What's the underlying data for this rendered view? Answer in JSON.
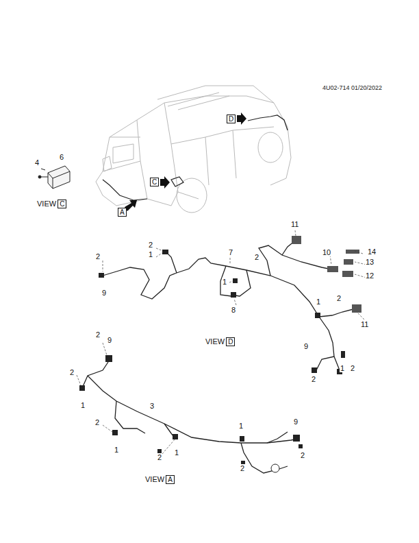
{
  "diagram": {
    "labels": [
      "4U02-714 01/20/2022",
      "D",
      "C",
      "A",
      "4",
      "6",
      "VIEW",
      "C",
      "11",
      "2",
      "1",
      "2",
      "9",
      "7",
      "2",
      "1",
      "8",
      "10",
      "14",
      "13",
      "12",
      "1",
      "2",
      "11",
      "9",
      "1",
      "2",
      "2",
      "VIEW",
      "D",
      "2",
      "9",
      "2",
      "1",
      "3",
      "2",
      "1",
      "2",
      "1",
      "1",
      "9",
      "2",
      "2",
      "VIEW",
      "A"
    ]
  }
}
